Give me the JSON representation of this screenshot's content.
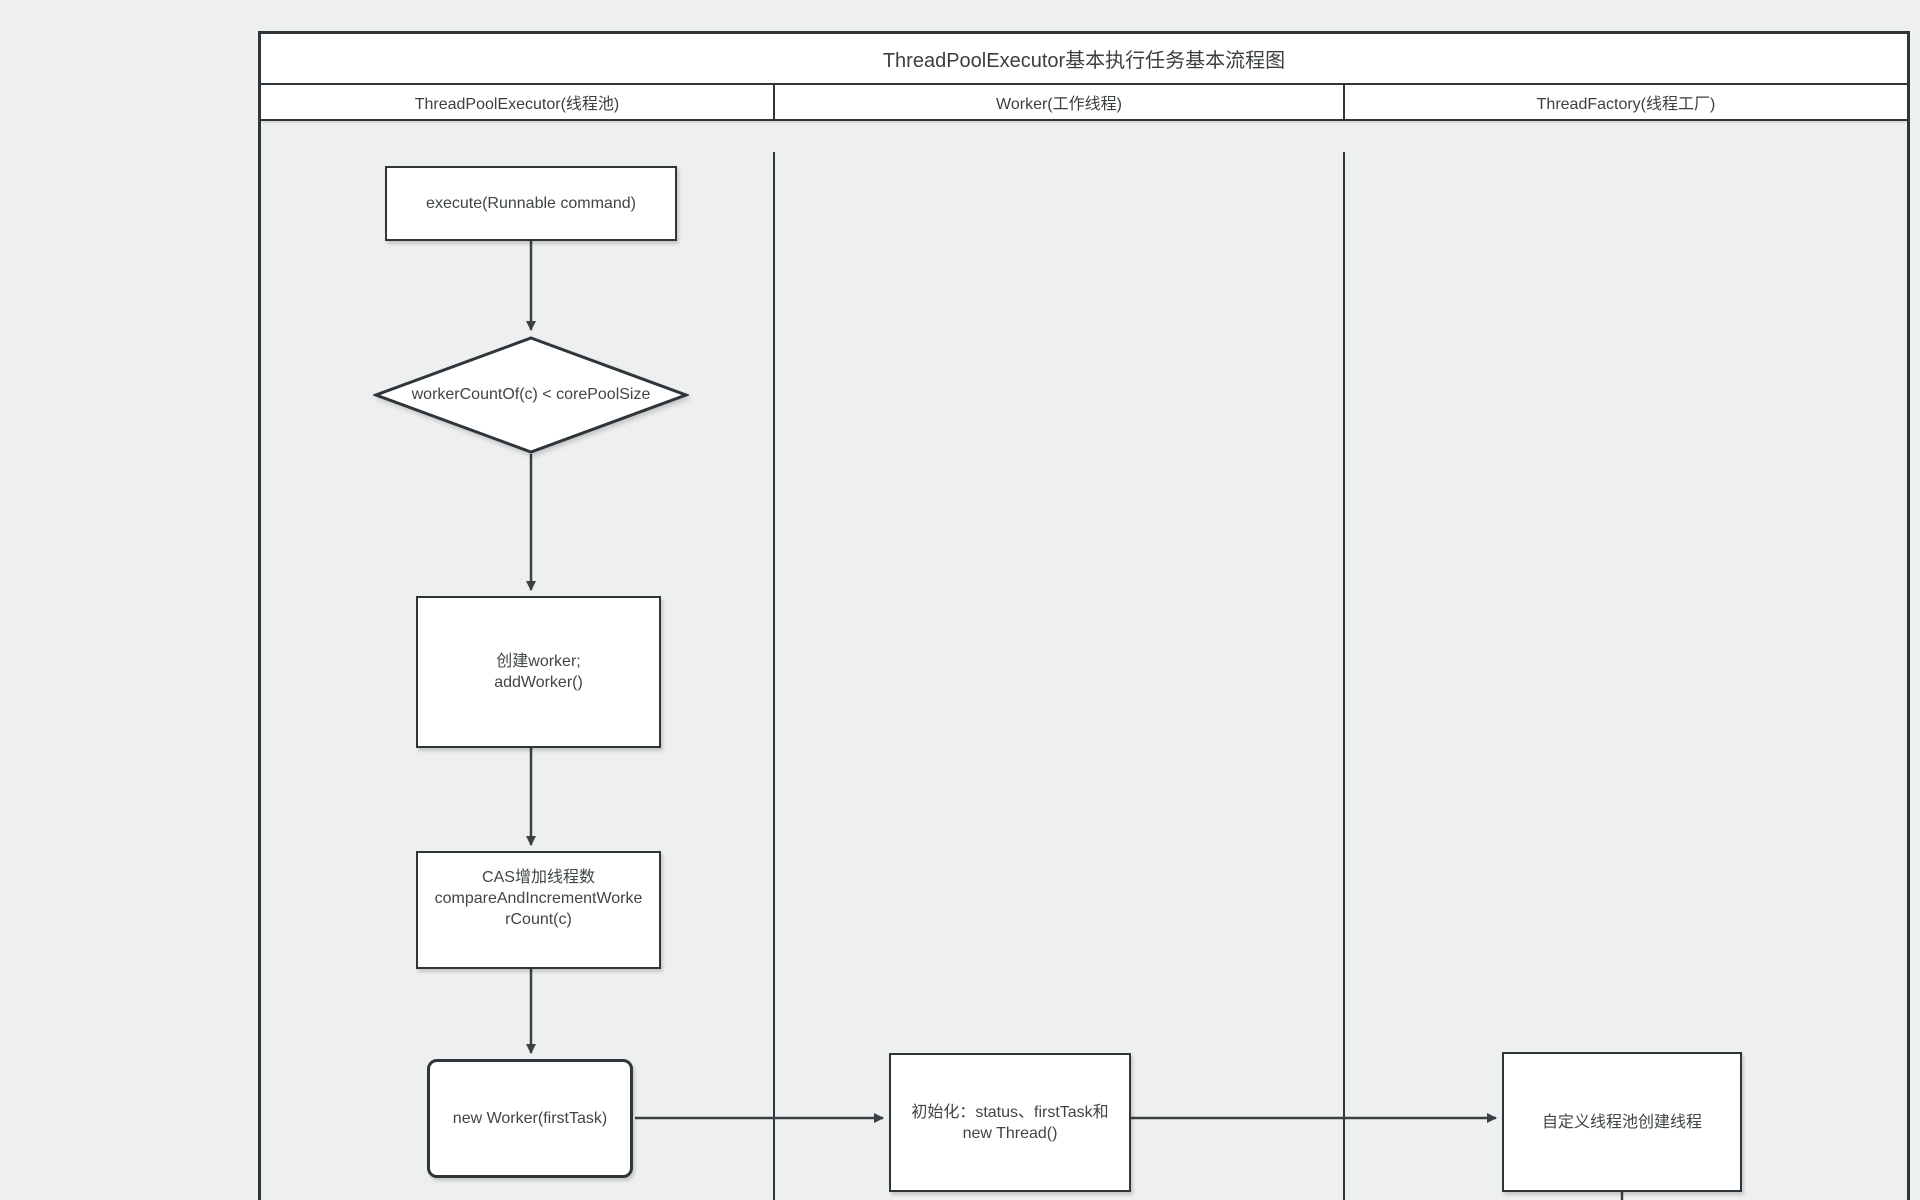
{
  "diagram": {
    "title": "ThreadPoolExecutor基本执行任务基本流程图",
    "lanes": [
      {
        "id": "thread-pool-executor",
        "label": "ThreadPoolExecutor(线程池)"
      },
      {
        "id": "worker",
        "label": "Worker(工作线程)"
      },
      {
        "id": "thread-factory",
        "label": "ThreadFactory(线程工厂)"
      }
    ],
    "nodes": {
      "execute": {
        "type": "process",
        "lane": "thread-pool-executor",
        "label": "execute(Runnable command)"
      },
      "decision": {
        "type": "decision",
        "lane": "thread-pool-executor",
        "label": "workerCountOf(c) < corePoolSize"
      },
      "create_worker": {
        "type": "process",
        "lane": "thread-pool-executor",
        "label": "创建worker;\naddWorker()"
      },
      "cas_increment": {
        "type": "process",
        "lane": "thread-pool-executor",
        "label": "CAS增加线程数\ncompareAndIncrementWorkerCount(c)"
      },
      "new_worker": {
        "type": "rounded",
        "lane": "thread-pool-executor",
        "label": "new Worker(firstTask)"
      },
      "init_worker": {
        "type": "process",
        "lane": "worker",
        "label": "初始化：status、firstTask和\nnew Thread()"
      },
      "custom_create": {
        "type": "process",
        "lane": "thread-factory",
        "label": "自定义线程池创建线程"
      }
    },
    "edges": [
      {
        "from": "execute",
        "to": "decision"
      },
      {
        "from": "decision",
        "to": "create_worker"
      },
      {
        "from": "create_worker",
        "to": "cas_increment"
      },
      {
        "from": "cas_increment",
        "to": "new_worker"
      },
      {
        "from": "new_worker",
        "to": "init_worker"
      },
      {
        "from": "init_worker",
        "to": "custom_create"
      },
      {
        "from": "custom_create",
        "to": "(cut off at bottom edge)"
      }
    ],
    "colors": {
      "page_background": "#eeefef",
      "shape_fill": "#ffffff",
      "line": "#2e363b",
      "text": "#3f4548"
    }
  }
}
